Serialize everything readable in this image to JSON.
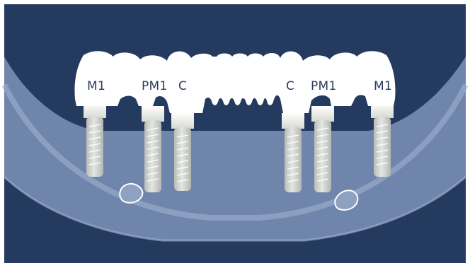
{
  "diagram": {
    "colors": {
      "background": "#ffffff",
      "field": "#253a5f",
      "jaw_bone": "#7e93b8",
      "jaw_outline": "#9db0cd",
      "teeth": "#ffffff",
      "implant": "#d9dcd6",
      "label": "#2c3d5e"
    },
    "labels": {
      "left_m1": "M1",
      "left_pm1": "PM1",
      "left_c": "C",
      "right_c": "C",
      "right_pm1": "PM1",
      "right_m1": "M1"
    },
    "implant_count": 6
  }
}
